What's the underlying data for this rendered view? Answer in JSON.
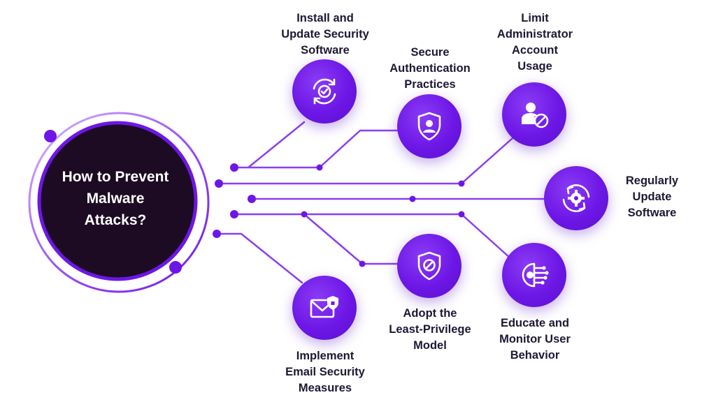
{
  "center": {
    "title_lines": [
      "How to Prevent",
      "Malware",
      "Attacks?"
    ]
  },
  "items": [
    {
      "label": "Install and\nUpdate Security\nSoftware",
      "icon": "refresh-check-icon"
    },
    {
      "label": "Secure\nAuthentication\nPractices",
      "icon": "shield-user-icon"
    },
    {
      "label": "Limit\nAdministrator\nAccount\nUsage",
      "icon": "user-block-icon"
    },
    {
      "label": "Regularly\nUpdate\nSoftware",
      "icon": "gear-refresh-icon"
    },
    {
      "label": "Implement\nEmail Security\nMeasures",
      "icon": "envelope-shield-icon"
    },
    {
      "label": "Adopt the\nLeast-Privilege\nModel",
      "icon": "shield-block-icon"
    },
    {
      "label": "Educate and\nMonitor User\nBehavior",
      "icon": "brain-circuit-icon"
    }
  ],
  "colors": {
    "accent": "#6d17e6",
    "accent_dark": "#5a0fcf",
    "line": "#8a3ff0",
    "center_fill": "#1c0b22",
    "text": "#1f1733"
  }
}
